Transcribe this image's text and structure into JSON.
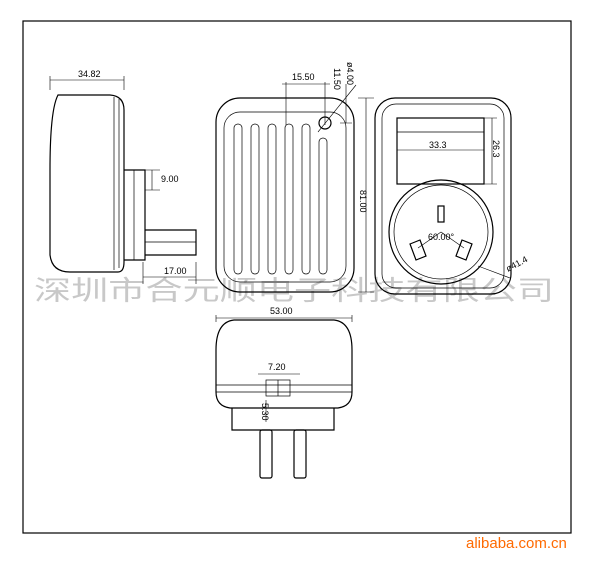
{
  "dimensions": {
    "side_width": "34.82",
    "plug_offset": "9.00",
    "plug_length": "17.00",
    "hole_offset": "15.50",
    "hole_top": "11.50",
    "hole_diameter": "ø4.00",
    "height": "81.00",
    "window_width": "33.3",
    "window_height": "26.3",
    "pin_angle": "60.00°",
    "socket_diameter": "ø41.4",
    "bottom_width": "53.00",
    "pin_spacing": "7.20",
    "pin_width": "5.30"
  },
  "watermark": "深圳市合元顺电子科技有限公司",
  "footer": {
    "logo": "alibaba.com.cn"
  }
}
